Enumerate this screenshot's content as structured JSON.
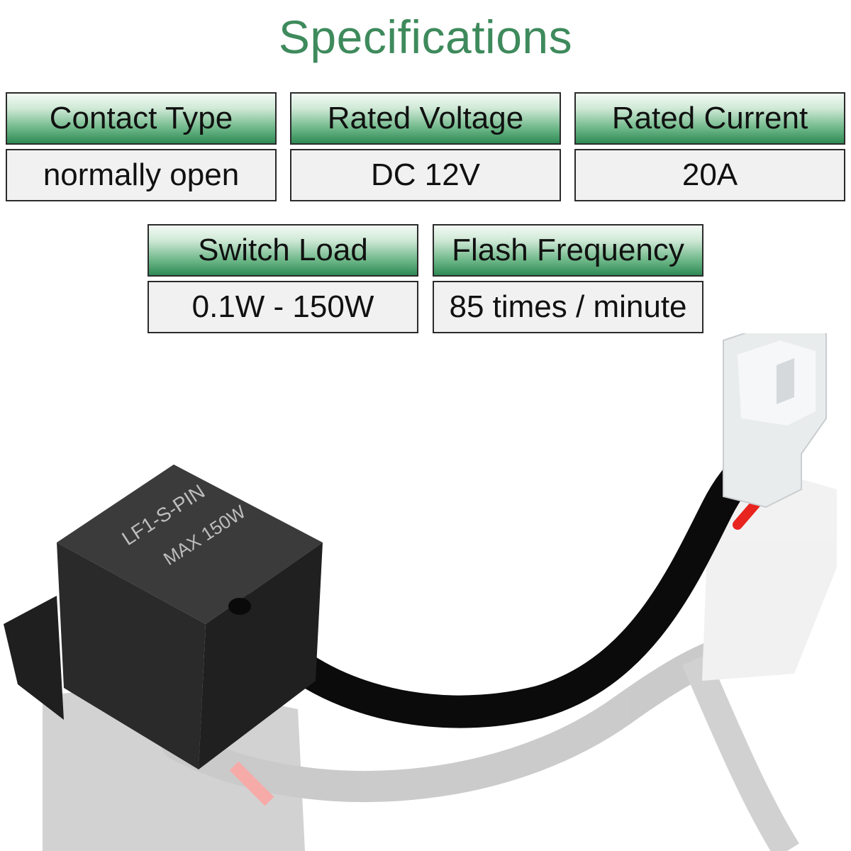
{
  "title": "Specifications",
  "specs": [
    {
      "label": "Contact Type",
      "value": "normally open"
    },
    {
      "label": "Rated Voltage",
      "value": "DC 12V"
    },
    {
      "label": "Rated Current",
      "value": "20A"
    },
    {
      "label": "Switch Load",
      "value": "0.1W - 150W"
    },
    {
      "label": "Flash Frequency",
      "value": "85 times / minute"
    }
  ],
  "product": {
    "model_label": "LF1-S-PIN",
    "max_label": "MAX 150W",
    "colors": {
      "title": "#3e8a5c",
      "header_green": "#2f8a55",
      "body": "#2f2f2f",
      "wire_red": "#e8241f",
      "wire_black": "#0b0b0b"
    }
  }
}
